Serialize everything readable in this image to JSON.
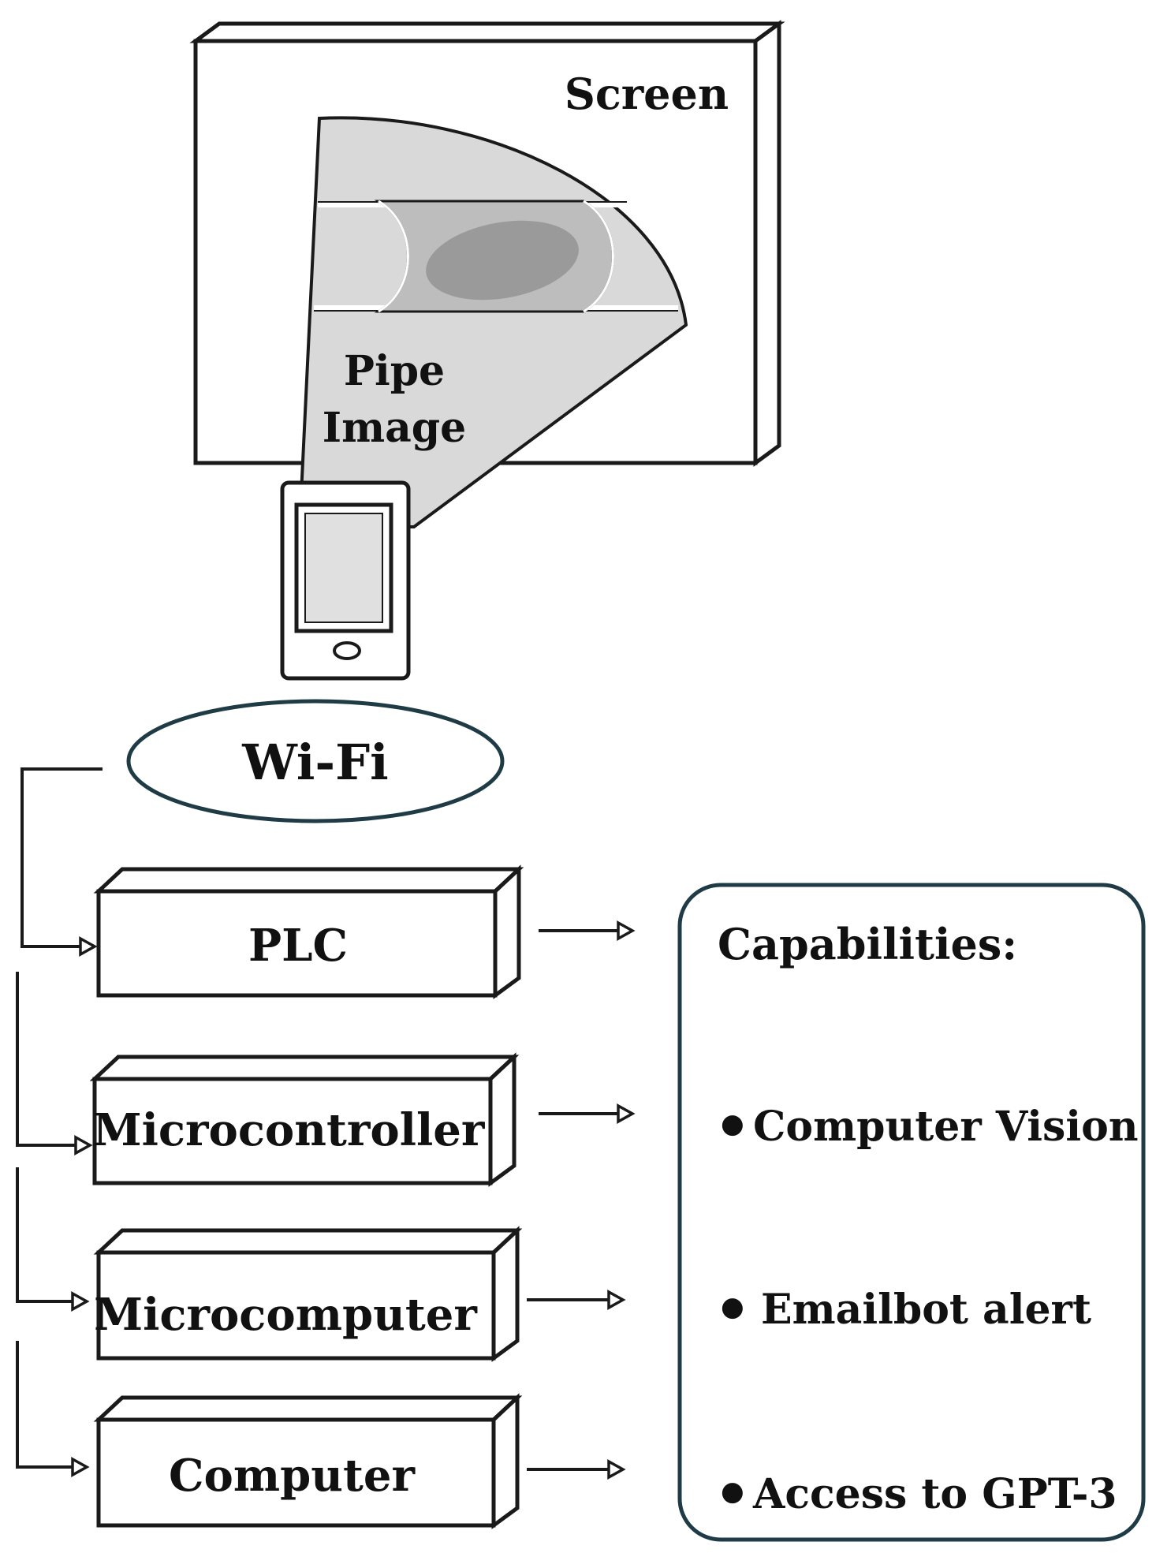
{
  "screen": {
    "label": "Screen"
  },
  "pipe_image": {
    "label_line1": "Pipe",
    "label_line2": "Image"
  },
  "wifi": {
    "label": "Wi-Fi"
  },
  "devices": [
    {
      "label": "PLC"
    },
    {
      "label": "Microcontroller"
    },
    {
      "label": "Microcomputer"
    },
    {
      "label": "Computer"
    }
  ],
  "capabilities": {
    "title": "Capabilities:",
    "items": [
      {
        "bullet": "●",
        "label": "Computer Vision"
      },
      {
        "bullet": "●",
        "label": "Emailbot alert"
      },
      {
        "bullet": "●",
        "label": "Access to GPT-3"
      }
    ]
  },
  "colors": {
    "line": "#1a1a1a",
    "beam_fill": "#d9d9d9",
    "pipe_inner": "#bdbdbd",
    "pipe_defect": "#9a9a9a",
    "ellipse_stroke": "#1f3b46",
    "cap_border": "#1f3b46",
    "phone_screen": "#e0e0e0"
  }
}
